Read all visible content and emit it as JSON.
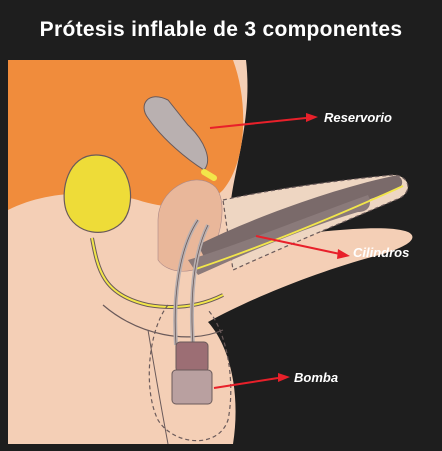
{
  "title": "Prótesis inflable de 3 componentes",
  "labels": {
    "reservorio": "Reservorio",
    "cilindros": "Cilindros",
    "bomba": "Bomba"
  },
  "colors": {
    "background": "#1e1e1e",
    "skin": "#f4cfb6",
    "bladder": "#f08c3c",
    "reservoir": "#eedc38",
    "cylinder": "#7a6a6a",
    "pump": "#9c6e74",
    "arrow": "#e8202a",
    "tube": "#f2e64a"
  }
}
